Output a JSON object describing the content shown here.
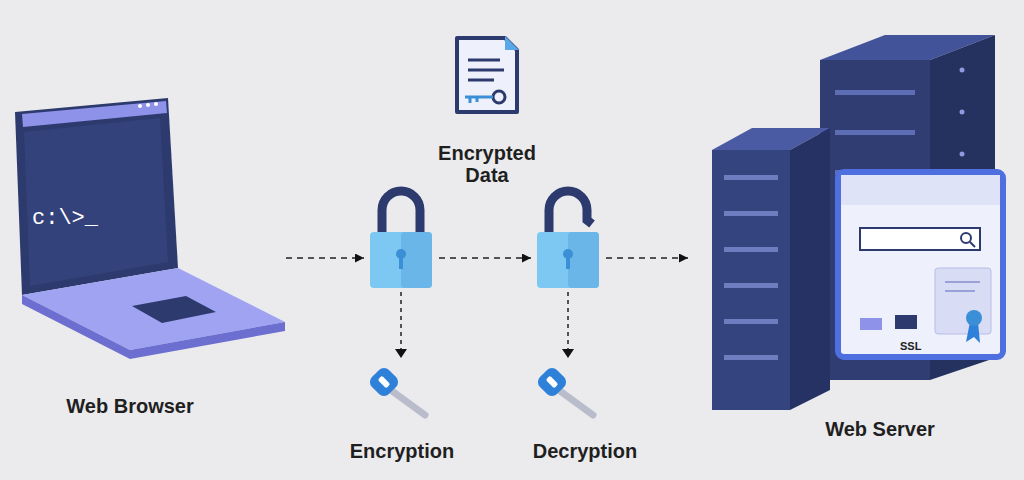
{
  "diagram": {
    "nodes": [
      {
        "text": [
          "c:\\>_",
          "Web Browser"
        ]
      },
      {
        "text": [
          "Encryption"
        ]
      },
      {
        "text": [
          "Decryption"
        ]
      },
      {
        "text": [
          "SSL",
          "Web Server"
        ]
      }
    ],
    "edges": [
      {
        "from": 0,
        "to": 1,
        "arrow": "to"
      },
      {
        "from": 1,
        "to": 2,
        "arrow": "to"
      },
      {
        "from": 2,
        "to": 3,
        "arrow": "to"
      }
    ],
    "labels": [
      "Encrypted Data"
    ]
  }
}
